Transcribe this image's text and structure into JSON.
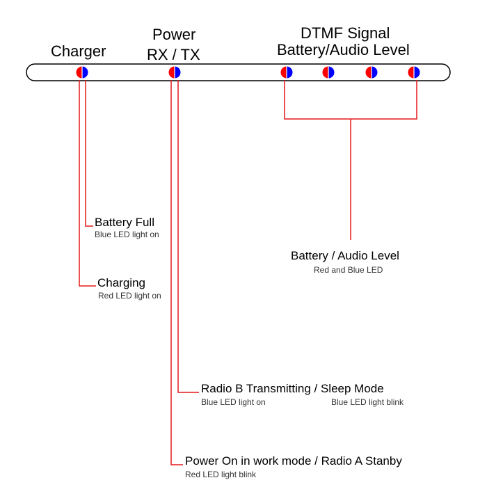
{
  "headers": {
    "charger": "Charger",
    "power": "Power",
    "rxtx": "RX / TX",
    "dtmf": "DTMF Signal",
    "battery_audio": "Battery/Audio Level"
  },
  "labels": {
    "battery_full": {
      "title": "Battery Full",
      "detail": "Blue LED light on"
    },
    "charging": {
      "title": "Charging",
      "detail": "Red LED light on"
    },
    "battery_audio_level": {
      "title": "Battery / Audio Level",
      "detail": "Red and Blue LED"
    },
    "radio_b": {
      "title": "Radio B Transmitting / Sleep Mode",
      "detail_left": "Blue LED light on",
      "detail_right": "Blue LED light blink"
    },
    "power_on": {
      "title": "Power On in work mode / Radio A Stanby",
      "detail": "Red LED light blink"
    }
  },
  "colors": {
    "red": "#ff0000",
    "blue": "#0000ff",
    "line": "#e3191c",
    "outline": "#000000"
  },
  "leds": [
    "charger-led",
    "power-led",
    "level-led-1",
    "level-led-2",
    "level-led-3",
    "level-led-4"
  ]
}
